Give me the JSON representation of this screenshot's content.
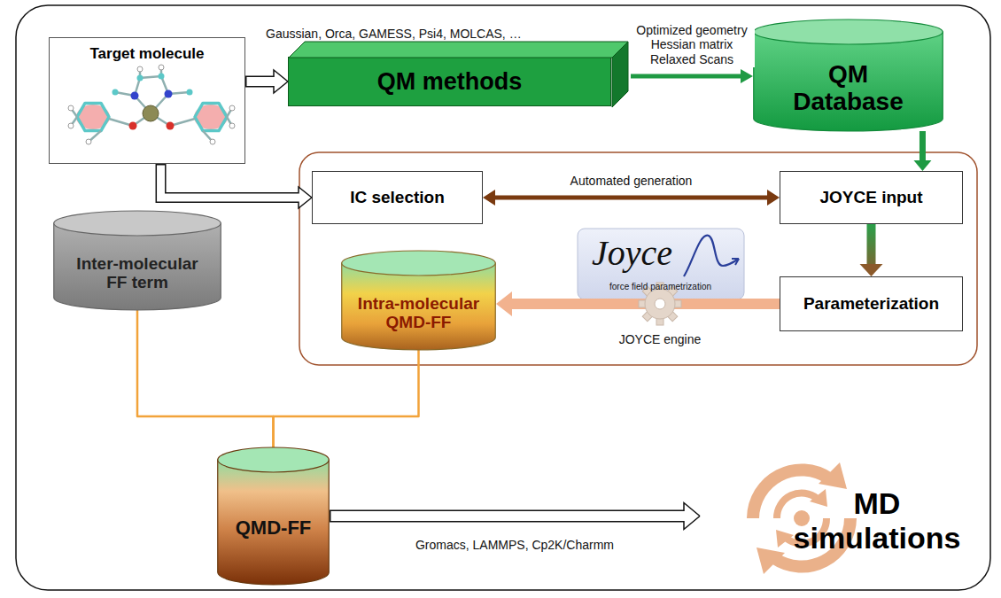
{
  "diagram": {
    "nodes": [
      {
        "text": [
          "Target molecule"
        ]
      },
      {
        "text": [
          "QM methods"
        ]
      },
      {
        "text": [
          "QM Database"
        ]
      },
      {
        "text": [
          "IC selection"
        ]
      },
      {
        "text": [
          "JOYCE input"
        ]
      },
      {
        "text": [
          "Parameterization"
        ]
      },
      {
        "text": [
          "Intra-molecular QMD-FF"
        ]
      },
      {
        "text": [
          "Inter-molecular FF term"
        ]
      },
      {
        "text": [
          "QMD-FF"
        ]
      },
      {
        "text": [
          "MD simulations"
        ]
      }
    ],
    "edges": [
      {
        "from": 0,
        "to": 1,
        "arrow": "to"
      },
      {
        "from": 1,
        "to": 2,
        "arrow": "to",
        "label": "Optimized geometry Hessian matrix Relaxed Scans"
      },
      {
        "from": 2,
        "to": 4,
        "arrow": "to"
      },
      {
        "from": 0,
        "to": 3,
        "arrow": "to"
      },
      {
        "from": 3,
        "to": 4,
        "arrow": "both",
        "label": "Automated generation"
      },
      {
        "from": 4,
        "to": 5,
        "arrow": "to"
      },
      {
        "from": 5,
        "to": 6,
        "arrow": "to",
        "label": "JOYCE engine"
      },
      {
        "from": 7,
        "to": 8,
        "arrow": "none"
      },
      {
        "from": 6,
        "to": 8,
        "arrow": "none"
      },
      {
        "from": 8,
        "to": 9,
        "arrow": "to",
        "label": "Gromacs, LAMMPS, Cp2K/Charmm"
      }
    ],
    "labels": [
      "Gaussian, Orca, GAMESS, Psi4, MOLCAS, …",
      "Joyce",
      "force field parametrization"
    ]
  }
}
